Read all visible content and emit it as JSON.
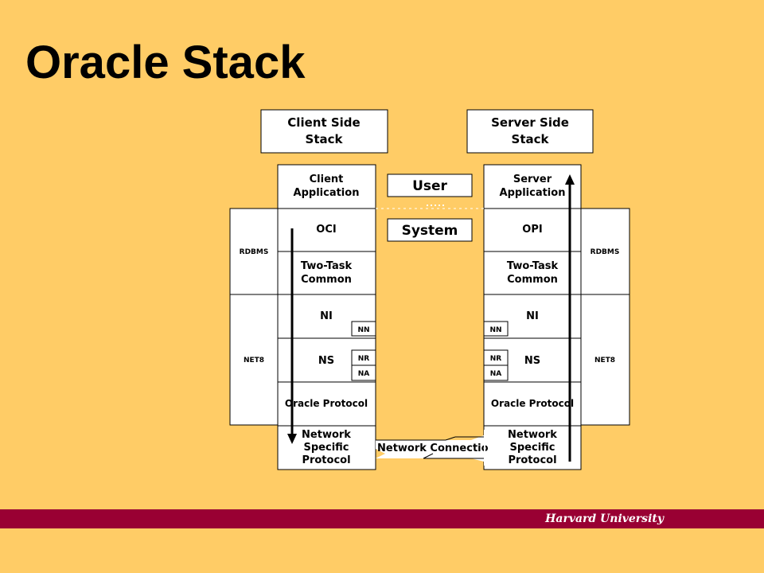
{
  "slide": {
    "title": "Oracle Stack",
    "footer": "Harvard University"
  },
  "colors": {
    "background": "#FFCC66",
    "footer_bar": "#990033",
    "box_fill": "#FFFFFF",
    "line": "#000000"
  },
  "diagram": {
    "client_header": [
      "Client Side",
      "Stack"
    ],
    "server_header": [
      "Server Side",
      "Stack"
    ],
    "client": {
      "application": [
        "Client",
        "Application"
      ],
      "oci": "OCI",
      "two_task": [
        "Two-Task",
        "Common"
      ],
      "ni": "NI",
      "nn": "NN",
      "ns": "NS",
      "nr": "NR",
      "na": "NA",
      "oracle_protocol": "Oracle Protocol",
      "network_protocol": [
        "Network",
        "Specific",
        "Protocol"
      ]
    },
    "server": {
      "application": [
        "Server",
        "Application"
      ],
      "opi": "OPI",
      "two_task": [
        "Two-Task",
        "Common"
      ],
      "ni": "NI",
      "nn": "NN",
      "ns": "NS",
      "nr": "NR",
      "na": "NA",
      "oracle_protocol": "Oracle Protocol",
      "network_protocol": [
        "Network",
        "Specific",
        "Protocol"
      ]
    },
    "rdbms_label": "RDBMS",
    "net8_label": "NET8",
    "user_label": "User",
    "system_label": "System",
    "network_connection": "Network Connectio"
  }
}
